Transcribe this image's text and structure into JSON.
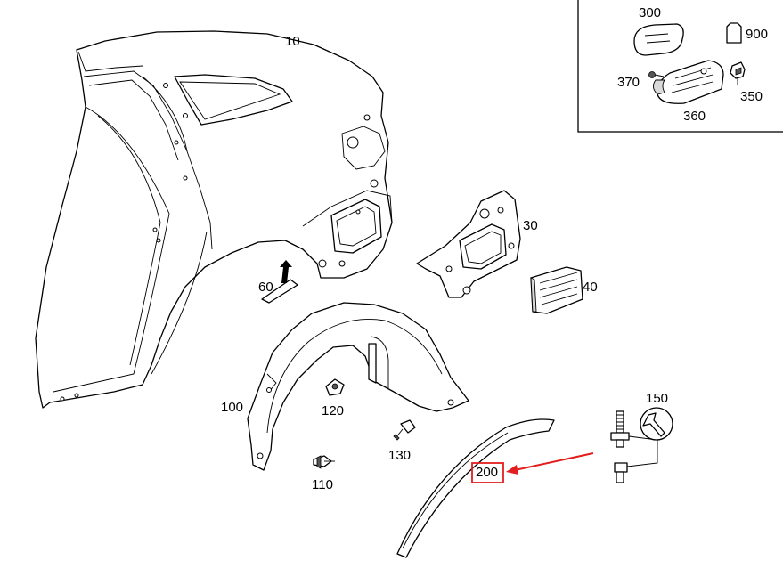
{
  "parts": {
    "p10": "10",
    "p30": "30",
    "p40": "40",
    "p60": "60",
    "p100": "100",
    "p110": "110",
    "p120": "120",
    "p130": "130",
    "p150": "150",
    "p200": "200",
    "p300": "300",
    "p350": "350",
    "p360": "360",
    "p370": "370",
    "p900": "900"
  },
  "highlight": {
    "part": "200",
    "color": "#e31e1e"
  },
  "colors": {
    "line": "#000000",
    "background": "#ffffff"
  }
}
